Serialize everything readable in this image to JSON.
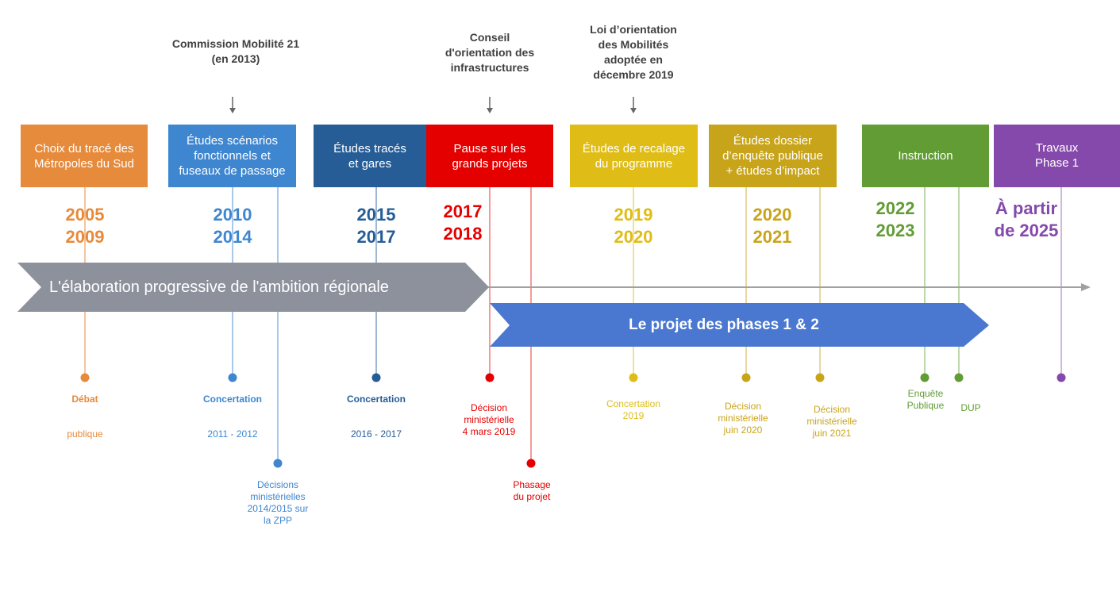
{
  "top_labels": [
    {
      "text": "Commission Mobilité 21\n(en 2013)"
    },
    {
      "text": "Conseil\nd'orientation des\ninfrastructures"
    },
    {
      "text": "Loi d’orientation\ndes Mobilités\nadoptée en\ndécembre 2019"
    }
  ],
  "phases": [
    {
      "label": "Choix du tracé des\nMétropoles du Sud",
      "years": "2005\n2009",
      "color": "#E68A3C"
    },
    {
      "label": "Études scénarios\nfonctionnels et\nfuseaux de passage",
      "years": "2010\n2014",
      "color": "#3E86CF"
    },
    {
      "label": "Études tracés\net gares",
      "years": "2015\n2017",
      "color": "#265D97"
    },
    {
      "label": "Pause sur les\ngrands projets",
      "years": "2017\n2018",
      "color": "#E50000"
    },
    {
      "label": "Études de recalage\ndu programme",
      "years": "2019\n2020",
      "color": "#DFBD16"
    },
    {
      "label": "Études dossier\nd’enquête publique\n+ études d’impact",
      "years": "2020\n2021",
      "color": "#C8A41A"
    },
    {
      "label": "Instruction",
      "years": "2022\n2023",
      "color": "#629C35"
    },
    {
      "label": "Travaux\nPhase 1",
      "years": "À partir\nde 2025",
      "color": "#8549AB"
    }
  ],
  "banners": {
    "ambition": "L'élaboration progressive de l'ambition régionale",
    "projet": "Le projet des phases 1 & 2"
  },
  "events": [
    {
      "line1": "Débat",
      "line2": "publique"
    },
    {
      "line1": "Concertation",
      "line2": "2011 - 2012"
    },
    {
      "text": "Décisions\nministérielles\n2014/2015 sur\nla ZPP"
    },
    {
      "line1": "Concertation",
      "line2": "2016 - 2017"
    },
    {
      "text": "Décision\nministérielle\n4 mars 2019"
    },
    {
      "text": "Phasage\ndu projet"
    },
    {
      "text": "Concertation\n2019"
    },
    {
      "text": "Décision\nministérielle\njuin 2020"
    },
    {
      "text": "Décision\nministérielle\njuin 2021"
    },
    {
      "text": "Enquête\nPublique"
    },
    {
      "text": "DUP"
    }
  ]
}
